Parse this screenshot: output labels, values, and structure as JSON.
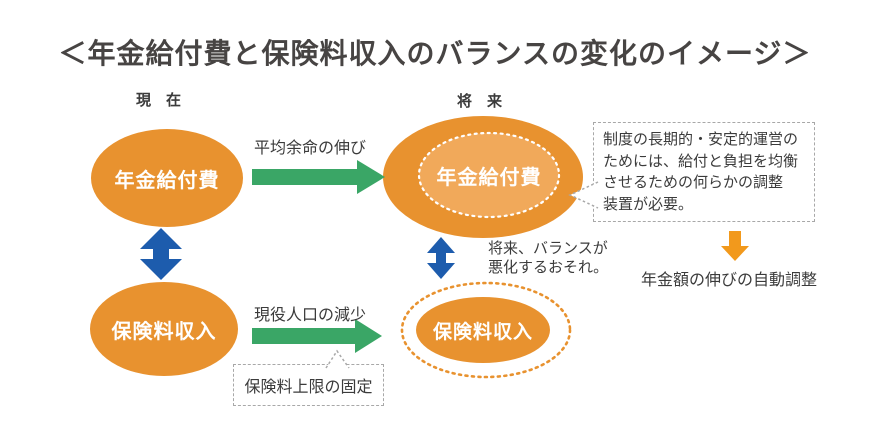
{
  "title": "＜年金給付費と保険料収入のバランスの変化のイメージ＞",
  "columns": {
    "present": "現　在",
    "future": "将　来"
  },
  "nodes": {
    "pension_now": "年金給付費",
    "pension_future": "年金給付費",
    "premium_now": "保険料収入",
    "premium_future": "保険料収入"
  },
  "arrows": {
    "life_expectancy": "平均余命の伸び",
    "working_population": "現役人口の減少"
  },
  "notes": {
    "balance_warning": "将来、バランスが\n悪化するおそれ。",
    "adjustment_need": "制度の長期的・安定的運営の\nためには、給付と負担を均衡\nさせるための何らかの調整\n装置が必要。",
    "premium_cap": "保険料上限の固定",
    "auto_adjust": "年金額の伸びの自動調整"
  },
  "colors": {
    "orange": "#E8922F",
    "orange_light": "#F1A95A",
    "orange_bright": "#F2991C",
    "green": "#3AA666",
    "blue": "#1D5CAD",
    "dash_gray": "#a8a8a8",
    "white": "#ffffff"
  }
}
